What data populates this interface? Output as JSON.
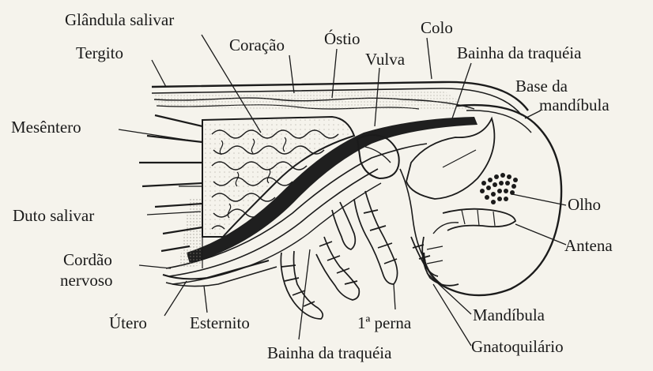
{
  "labels": {
    "glandula_salivar": "Glândula salivar",
    "tergito": "Tergito",
    "coracao": "Coração",
    "ostio": "Óstio",
    "colo": "Colo",
    "vulva": "Vulva",
    "bainha_traqueia_top": "Bainha da traquéia",
    "base_mandibula_1": "Base da",
    "base_mandibula_2": "mandíbula",
    "mesentero": "Mesêntero",
    "olho": "Olho",
    "duto_salivar": "Duto salivar",
    "antena": "Antena",
    "cordao_1": "Cordão",
    "cordao_2": "nervoso",
    "utero": "Útero",
    "esternito": "Esternito",
    "primeira_perna": "1ª perna",
    "mandibula": "Mandíbula",
    "bainha_traqueia_bottom": "Bainha da traquéia",
    "gnatoquilario": "Gnatoquilário"
  },
  "colors": {
    "ink": "#1b1b1b",
    "paper": "#f5f3ec",
    "stipple": "#c9c6bd"
  }
}
